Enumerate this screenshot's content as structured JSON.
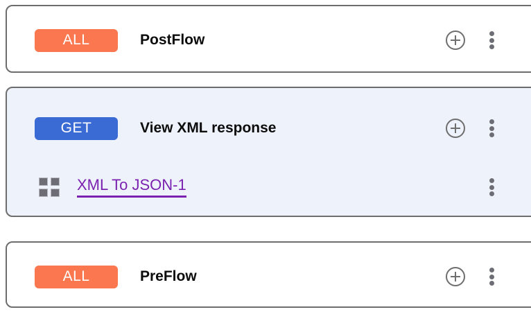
{
  "theme": {
    "page_background": "#ffffff",
    "card_background": "#ffffff",
    "card_selected_background": "#eef2fb",
    "card_border": "#6d6d6d",
    "badge_all_color": "#fa7750",
    "badge_get_color": "#3a6ad4",
    "title_color": "#0d0d0d",
    "policy_link_color": "#7b22b0",
    "icon_gray": "#6d6d75"
  },
  "flows": [
    {
      "id": "postflow",
      "selected": false,
      "method_label": "ALL",
      "method_type": "all",
      "title": "PostFlow",
      "add_icon": "plus-circle-icon",
      "menu_icon": "kebab-menu-icon",
      "policies": []
    },
    {
      "id": "view-xml-response",
      "selected": true,
      "method_label": "GET",
      "method_type": "get",
      "title": "View XML response",
      "add_icon": "plus-circle-icon",
      "menu_icon": "kebab-menu-icon",
      "policies": [
        {
          "id": "xml-to-json-1",
          "icon": "grid-squares-icon",
          "label": "XML To JSON-1",
          "menu_icon": "kebab-menu-icon"
        }
      ]
    },
    {
      "id": "preflow",
      "selected": false,
      "method_label": "ALL",
      "method_type": "all",
      "title": "PreFlow",
      "add_icon": "plus-circle-icon",
      "menu_icon": "kebab-menu-icon",
      "policies": []
    }
  ]
}
